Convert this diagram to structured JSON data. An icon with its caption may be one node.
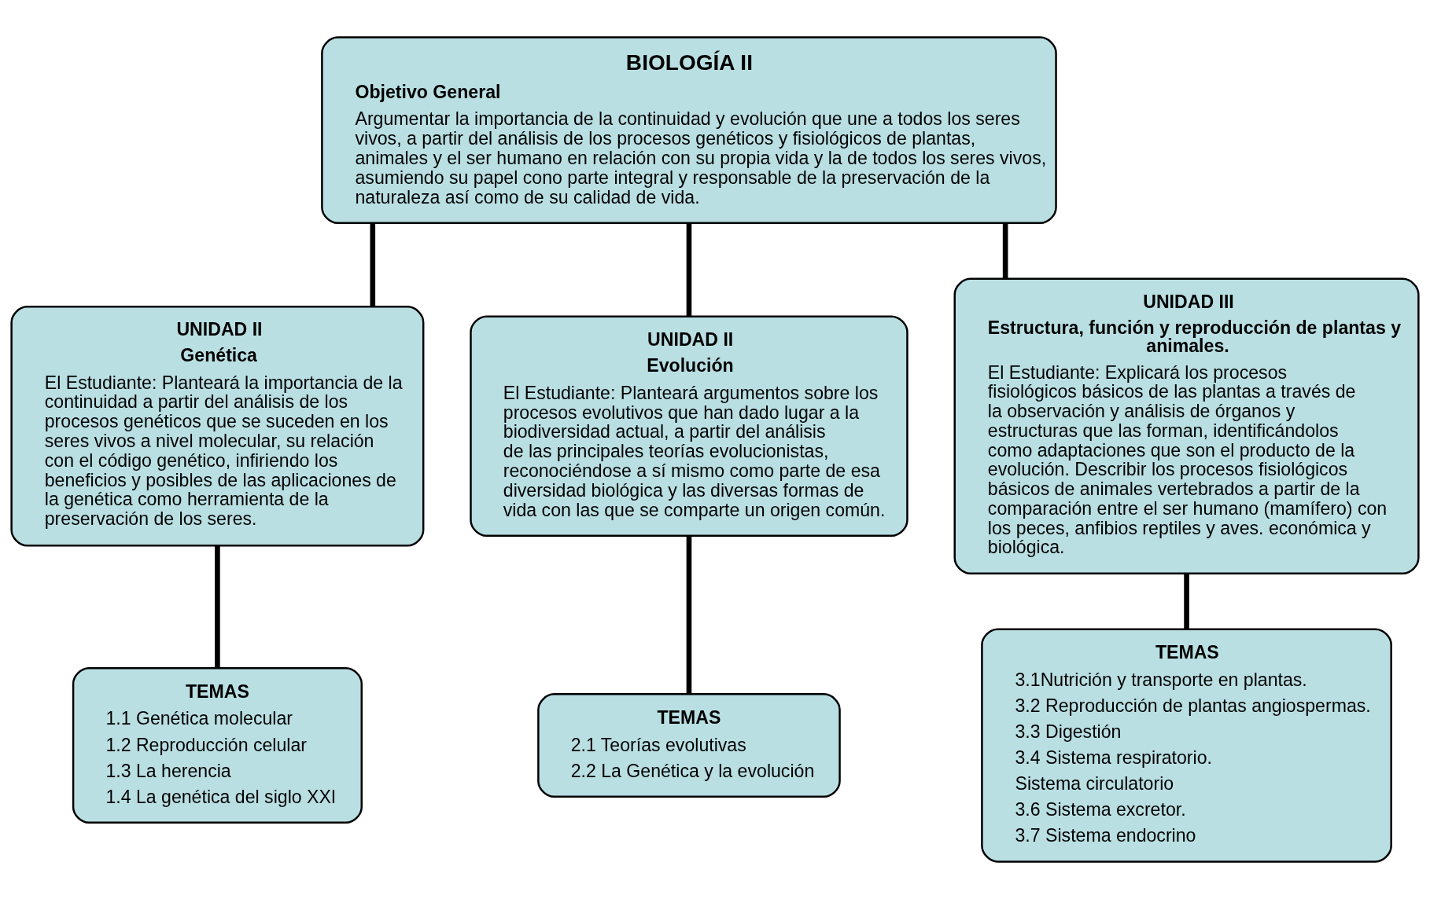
{
  "diagram": {
    "nodes": [
      {
        "text": [
          "BIOLOGÍA II",
          "Objetivo General",
          "Argumentar la importancia de la continuidad y evolución que une a todos los seres vivos, a partir del análisis de los procesos genéticos y fisiológicos de plantas, animales y el ser humano en relación con su propia vida y la de todos los seres vivos, asumiendo su papel cono parte integral y responsable de la preservación de la naturaleza así como de su calidad de vida."
        ]
      },
      {
        "text": [
          "UNIDAD II",
          "Genética",
          "El Estudiante: Planteará la importancia de la continuidad a partir del análisis de los procesos genéticos que se suceden en los seres vivos a nivel molecular, su relación con el código genético, infiriendo los beneficios y posibles de las aplicaciones de la genética como herramienta de la preservación de los seres."
        ]
      },
      {
        "text": [
          "UNIDAD II",
          "Evolución",
          "El Estudiante: Planteará argumentos sobre los procesos evolutivos que han dado lugar a la biodiversidad actual, a partir del análisis de las principales teorías evolucionistas, reconociéndose a sí mismo como parte de esa diversidad biológica y las diversas formas de vida con las que se comparte un origen común."
        ]
      },
      {
        "text": [
          "UNIDAD III",
          "Estructura, función y reproducción de plantas y animales.",
          "El Estudiante: Explicará los procesos fisiológicos básicos de las plantas a través de la observación y análisis de órganos y estructuras que las forman, identificándolos como adaptaciones que son el producto de la evolución. Describir los procesos fisiológicos básicos de animales vertebrados a partir de la comparación entre el ser humano (mamífero) con los peces, anfibios reptiles y aves. económica y biológica."
        ]
      },
      {
        "text": [
          "TEMAS",
          "1.1 Genética molecular",
          "1.2 Reproducción celular",
          "1.3 La herencia",
          "1.4 La genética del siglo XXI"
        ]
      },
      {
        "text": [
          "TEMAS",
          "2.1 Teorías evolutivas",
          "2.2 La Genética y la evolución"
        ]
      },
      {
        "text": [
          "TEMAS",
          "3.1Nutrición y transporte en plantas.",
          "3.2 Reproducción de plantas angiospermas.",
          "3.3 Digestión",
          "3.4 Sistema respiratorio.",
          "Sistema circulatorio",
          "3.6 Sistema excretor.",
          "3.7 Sistema endocrino"
        ]
      }
    ],
    "edges": [
      {
        "from": 0,
        "to": 1,
        "arrow": "none"
      },
      {
        "from": 0,
        "to": 2,
        "arrow": "none"
      },
      {
        "from": 0,
        "to": 3,
        "arrow": "none"
      },
      {
        "from": 1,
        "to": 4,
        "arrow": "none"
      },
      {
        "from": 2,
        "to": 5,
        "arrow": "none"
      },
      {
        "from": 3,
        "to": 6,
        "arrow": "none"
      }
    ]
  }
}
